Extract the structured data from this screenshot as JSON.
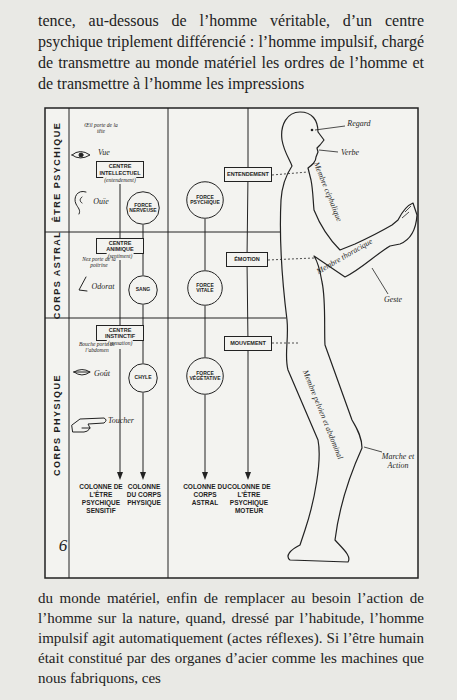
{
  "diagram": {
    "nodes": [
      {
        "text": [
          "CENTRE INTELLECTUEL",
          "(entendement)"
        ]
      },
      {
        "text": [
          "FORCE NERVEUSE"
        ]
      },
      {
        "text": [
          "FORCE PSYCHIQUE"
        ]
      },
      {
        "text": [
          "ENTENDEMENT"
        ]
      },
      {
        "text": [
          "CENTRE ANIMIQUE",
          "(sentiment)"
        ]
      },
      {
        "text": [
          "SANG"
        ]
      },
      {
        "text": [
          "FORCE VITALE"
        ]
      },
      {
        "text": [
          "ÉMOTION"
        ]
      },
      {
        "text": [
          "CENTRE INSTINCTIF",
          "(sensation)"
        ]
      },
      {
        "text": [
          "CHYLE"
        ]
      },
      {
        "text": [
          "FORCE VÉGÉTATIVE"
        ]
      },
      {
        "text": [
          "MOUVEMENT"
        ]
      }
    ],
    "edges": [
      {
        "from": 0,
        "to": 4,
        "arrow": "none"
      },
      {
        "from": 4,
        "to": 8,
        "arrow": "none"
      },
      {
        "from": 1,
        "to": 5,
        "arrow": "none"
      },
      {
        "from": 5,
        "to": 9,
        "arrow": "none"
      },
      {
        "from": 2,
        "to": 6,
        "arrow": "none"
      },
      {
        "from": 6,
        "to": 10,
        "arrow": "none"
      },
      {
        "from": 3,
        "to": 7,
        "arrow": "none"
      },
      {
        "from": 7,
        "to": 11,
        "arrow": "none"
      }
    ],
    "labels": [
      "tence, au-dessous de l’homme véritable, d’un centre psychique triplement différencié : l’homme impulsif, chargé de transmettre au monde matériel les ordres de l’homme et de transmettre à l’homme les impressions",
      "du monde matériel, enfin de remplacer au besoin l’action de l’homme sur la nature, quand, dressé par l’habitude, l’homme impulsif agit automatiquement (actes réflexes). Si l’être humain était constitué par des organes d’acier comme les machines que nous fabriquons, ces",
      "ÊTRE PSYCHIQUE",
      "CORPS ASTRAL",
      "CORPS PHYSIQUE",
      "Œil porte de la tête",
      "Vue",
      "Ouïe",
      "Nez porte de la poitrine",
      "Odorat",
      "Bouche porte de l’abdomen",
      "Goût",
      "Toucher",
      "Regard",
      "Verbe",
      "Membre céphalique",
      "Membre thoracique",
      "Geste",
      "Membre pelvien et abdominal",
      "Marche et Action",
      "COLONNE DE L’ÊTRE PSYCHIQUE SENSITIF",
      "COLONNE DU CORPS PHYSIQUE",
      "COLONNE DU CORPS ASTRAL",
      "COLONNE DE L’ÊTRE PSYCHIQUE MOTEUR",
      "6"
    ]
  }
}
